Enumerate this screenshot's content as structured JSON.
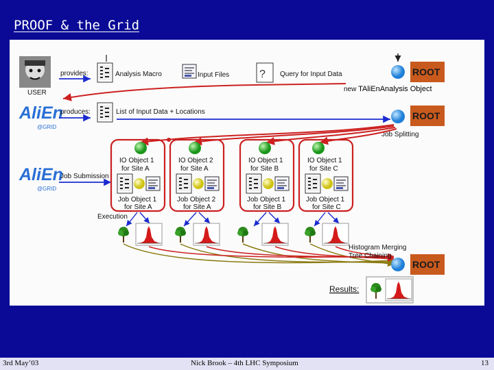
{
  "slide": {
    "title": "PROOF & the Grid",
    "footer_left": "3rd May’03",
    "footer_center": "Nick Brook – 4th LHC Symposium",
    "footer_right": "13"
  },
  "diagram": {
    "user_label": "USER",
    "provides_label": "provides:",
    "analysis_macro": "Analysis Macro",
    "input_files": "Input Files",
    "query_label": "Query for Input Data",
    "root_label": "ROOT",
    "new_object_prefix": "new ",
    "new_object_name": "TAliEnAnalysis Object",
    "produces_label": "produces:",
    "list_input_data": "List of Input Data + Locations",
    "job_splitting": "Job Splitting",
    "alien_label": "AliEn",
    "grid_label": "@GRID",
    "job_submission": "Job Submission",
    "execution": "Execution",
    "histogram_merging": "Histogram Merging",
    "tree_chaining": "Tree Chaining",
    "results": "Results:",
    "sites": [
      {
        "io_line1": "IO Object 1",
        "io_line2": "for Site A",
        "job_line1": "Job Object 1",
        "job_line2": "for Site A"
      },
      {
        "io_line1": "IO Object 2",
        "io_line2": "for Site A",
        "job_line1": "Job Object 2",
        "job_line2": "for Site A"
      },
      {
        "io_line1": "IO Object 1",
        "io_line2": "for Site B",
        "job_line1": "Job Object 1",
        "job_line2": "for Site B"
      },
      {
        "io_line1": "IO Object 1",
        "io_line2": "for Site C",
        "job_line1": "Job Object 1",
        "job_line2": "for Site C"
      }
    ],
    "colors": {
      "arrow_blue": "#1a2bd0",
      "arrow_red": "#cc2020",
      "arrow_olive": "#8a7a10",
      "green_ball": "#22a822",
      "yellow_ball": "#e8e020",
      "blue_ball": "#1e7fd8",
      "root_bg": "#c85a1e"
    }
  }
}
